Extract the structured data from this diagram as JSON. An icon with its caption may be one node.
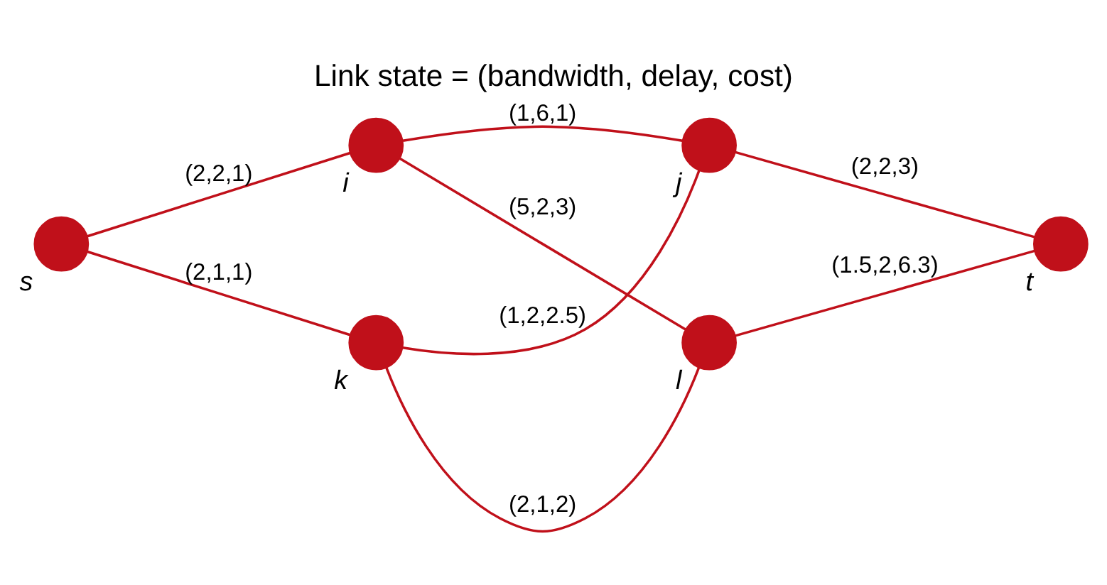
{
  "diagram": {
    "title": "Link state = (bandwidth, delay, cost)",
    "nodes": [
      {
        "text": [],
        "shape": "circle",
        "beside": [
          "s"
        ]
      },
      {
        "text": [],
        "shape": "circle",
        "beside": [
          "i"
        ]
      },
      {
        "text": [],
        "shape": "circle",
        "beside": [
          "j"
        ]
      },
      {
        "text": [],
        "shape": "circle",
        "beside": [
          "k"
        ]
      },
      {
        "text": [],
        "shape": "circle",
        "beside": [
          "l"
        ]
      },
      {
        "text": [],
        "shape": "circle",
        "beside": [
          "t"
        ]
      }
    ],
    "edges": [
      {
        "from": 0,
        "to": 1,
        "arrow": "none",
        "label": "(2,2,1)"
      },
      {
        "from": 0,
        "to": 3,
        "arrow": "none",
        "label": "(2,1,1)"
      },
      {
        "from": 1,
        "to": 2,
        "arrow": "none",
        "label": "(1,6,1)"
      },
      {
        "from": 1,
        "to": 4,
        "arrow": "none",
        "label": "(5,2,3)"
      },
      {
        "from": 3,
        "to": 2,
        "arrow": "none",
        "label": "(1,2,2.5)"
      },
      {
        "from": 3,
        "to": 4,
        "arrow": "none",
        "label": "(2,1,2)"
      },
      {
        "from": 2,
        "to": 5,
        "arrow": "none",
        "label": "(2,2,3)"
      },
      {
        "from": 4,
        "to": 5,
        "arrow": "none",
        "label": "(1.5,2,6.3)"
      }
    ]
  }
}
